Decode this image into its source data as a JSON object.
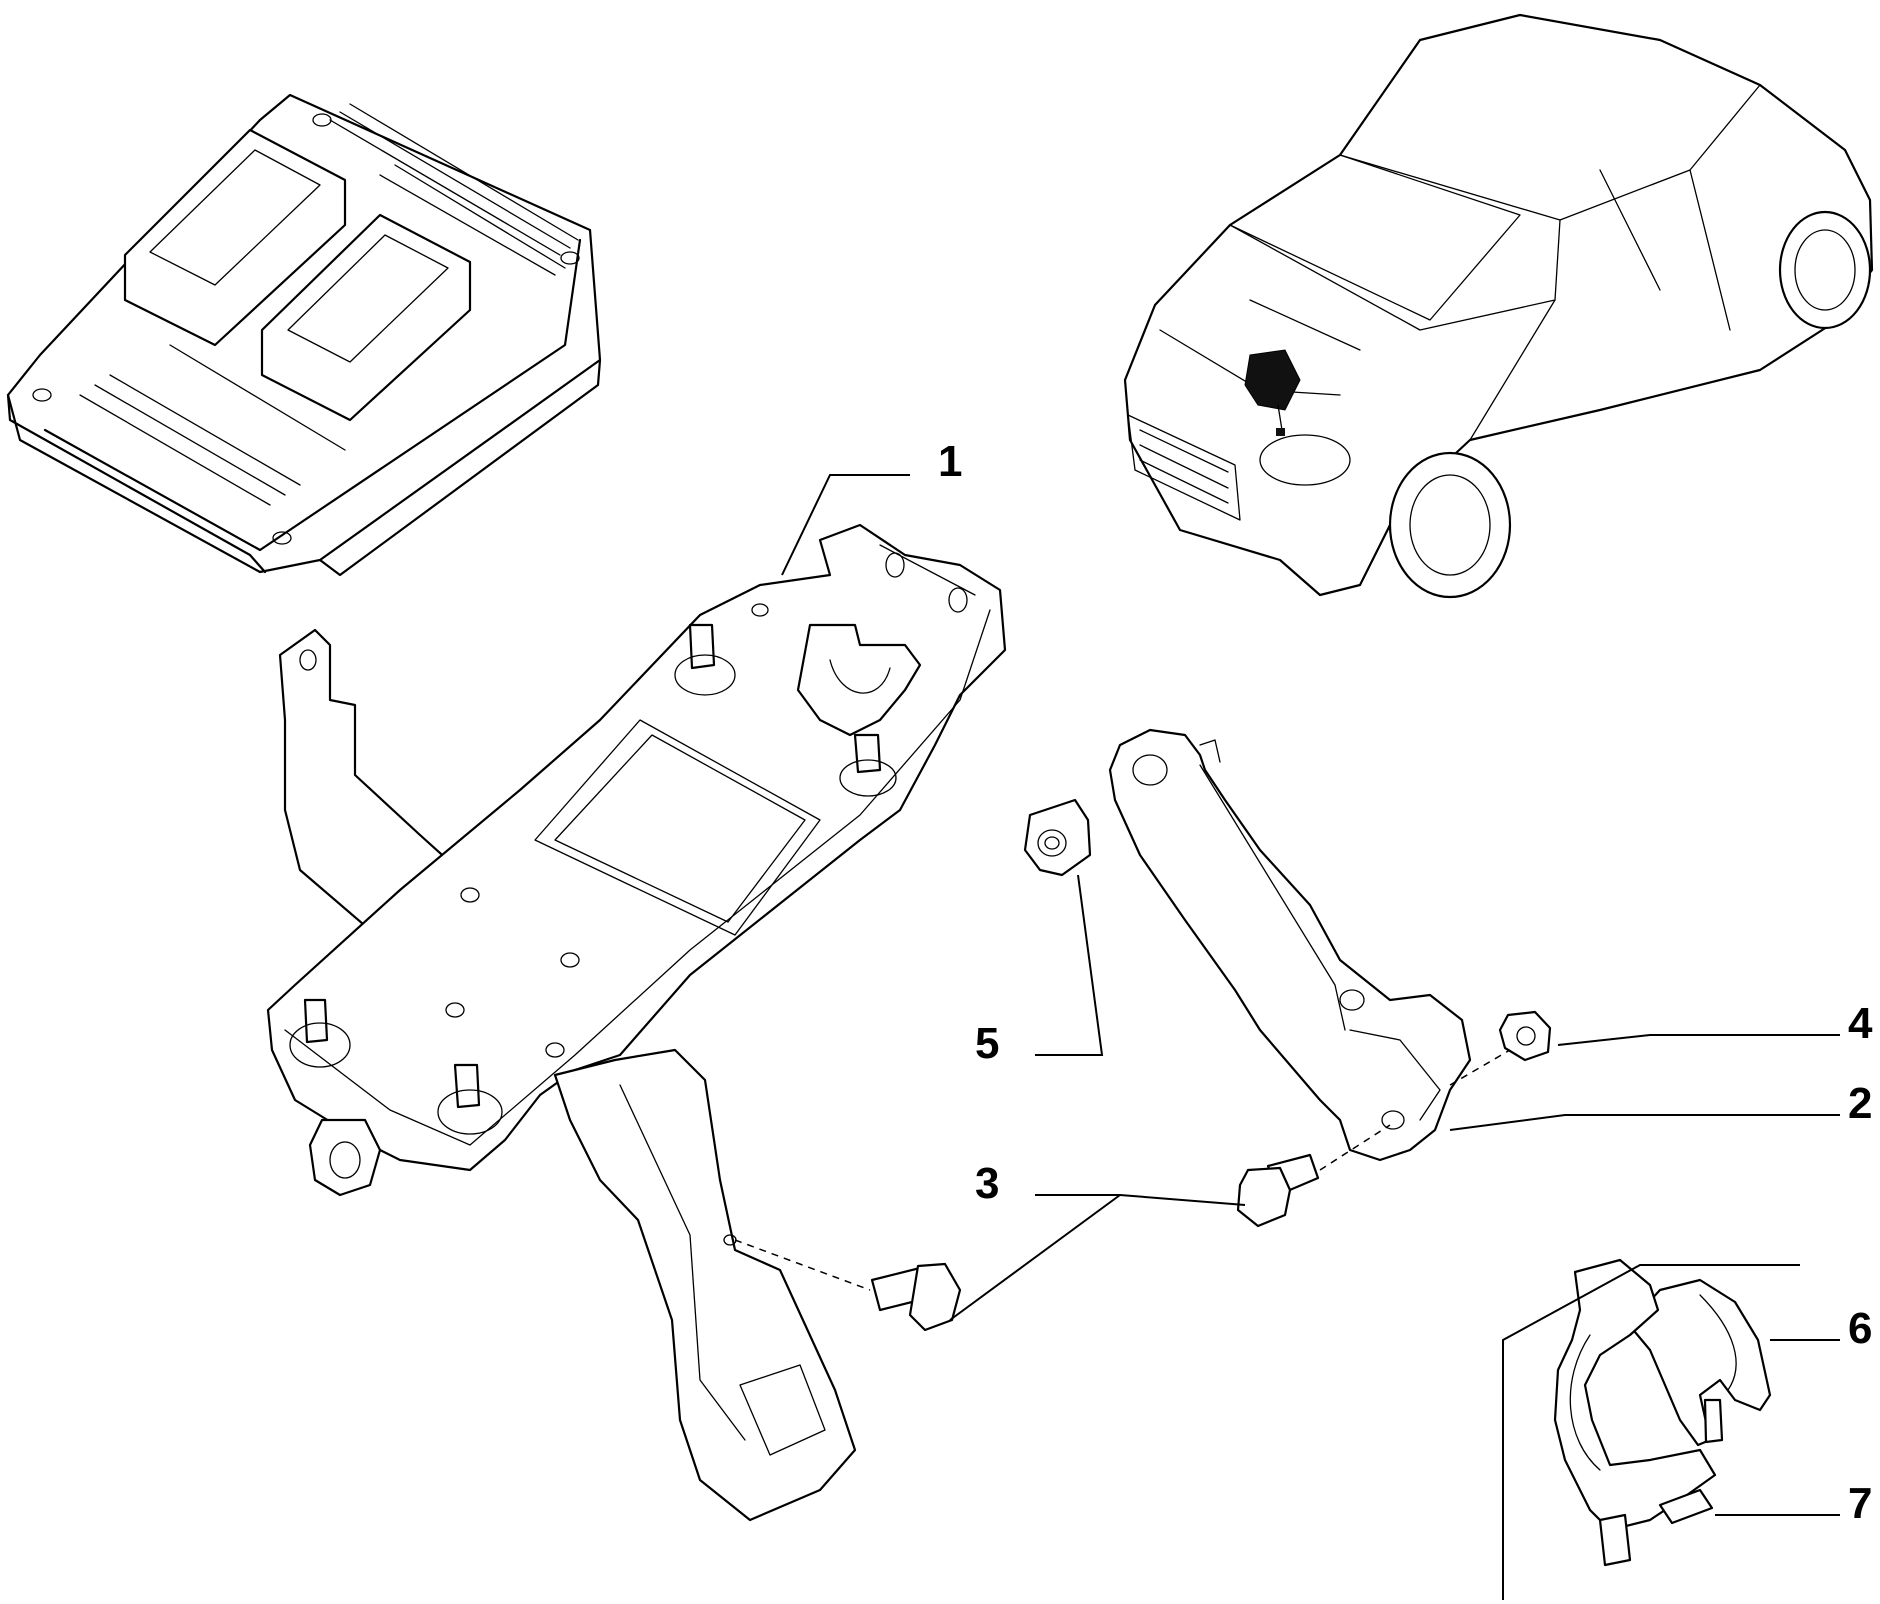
{
  "callouts": [
    {
      "id": "1",
      "text": "1"
    },
    {
      "id": "2",
      "text": "2"
    },
    {
      "id": "3",
      "text": "3"
    },
    {
      "id": "4",
      "text": "4"
    },
    {
      "id": "5",
      "text": "5"
    },
    {
      "id": "6",
      "text": "6"
    },
    {
      "id": "7",
      "text": "7"
    }
  ],
  "icons": [
    "ecu-module-icon",
    "car-location-icon",
    "mounting-bracket-icon",
    "support-bracket-icon",
    "bolt-icon",
    "nut-icon",
    "flanged-nut-icon",
    "cable-clip-icon",
    "cable-clamp-icon"
  ],
  "colors": {
    "line": "#000000",
    "background": "#ffffff",
    "location-marker": "#111111"
  }
}
